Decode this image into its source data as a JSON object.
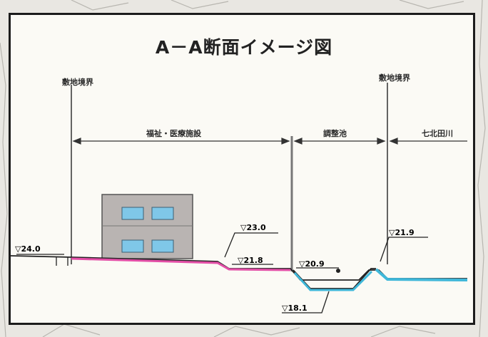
{
  "title": "A－A断面イメージ図",
  "labels": {
    "boundary_left": "敷地境界",
    "boundary_right": "敷地境界",
    "zone_welfare": "福祉・医療施設",
    "zone_pond": "調整池",
    "zone_field": "七北田川"
  },
  "elevations": {
    "ground_left": "▽24.0",
    "bank_top": "▽23.0",
    "bank_low": "▽21.8",
    "pond_water": "▽20.9",
    "pond_bottom": "▽18.1",
    "right_bank": "▽21.9"
  },
  "colors": {
    "frame": "#1c1c1c",
    "ground_pink": "#e34fa7",
    "water_blue": "#3fb7d9",
    "building": "#b9b4b2",
    "window": "#7fc7e8"
  }
}
